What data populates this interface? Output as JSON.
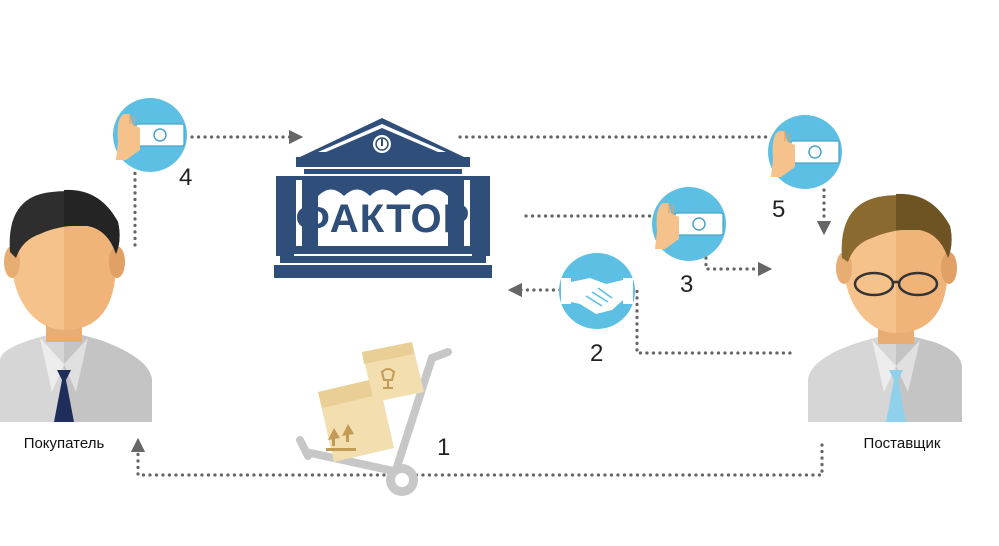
{
  "bank": {
    "label": "ФАКТОР"
  },
  "parties": {
    "buyer": {
      "label": "Покупатель"
    },
    "supplier": {
      "label": "Поставщик"
    }
  },
  "steps": [
    {
      "number": "1",
      "icon": "cart-boxes-icon"
    },
    {
      "number": "2",
      "icon": "handshake-icon"
    },
    {
      "number": "3",
      "icon": "money-hand-icon"
    },
    {
      "number": "4",
      "icon": "money-hand-icon"
    },
    {
      "number": "5",
      "icon": "money-hand-icon"
    }
  ],
  "colors": {
    "bank": "#2f4f7a",
    "icon_circle": "#5cbfe3",
    "arrow": "#666666",
    "skin": "#f5c28b",
    "hair_dark": "#2e2e2e",
    "hair_brown": "#8a6a2e",
    "shirt": "#d8d8d8",
    "tie_buyer": "#1f2d5a",
    "tie_supplier": "#8fd0ea"
  }
}
